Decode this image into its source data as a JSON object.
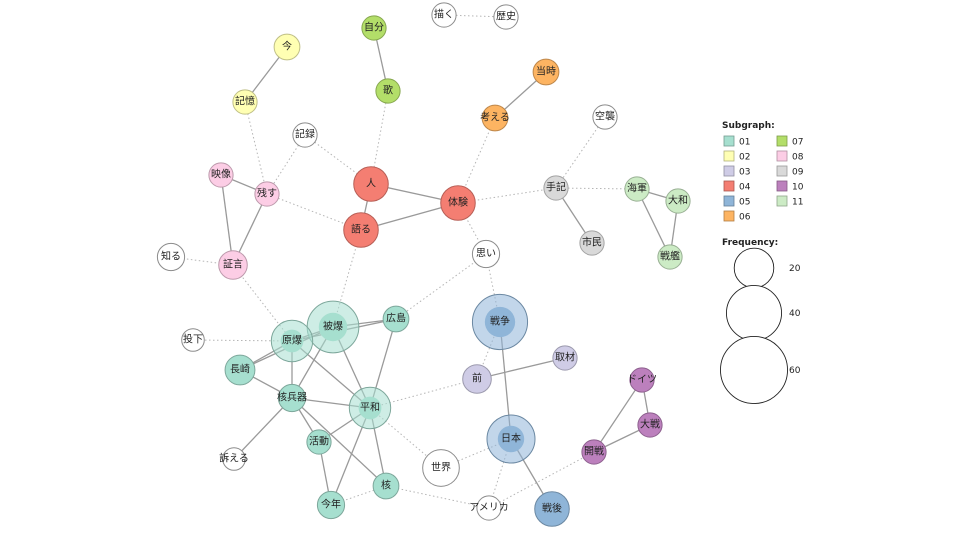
{
  "legend": {
    "subgraph_title": "Subgraph:",
    "frequency_title": "Frequency:",
    "subgraphs": [
      {
        "label": "01",
        "color": "#a6dfcf"
      },
      {
        "label": "02",
        "color": "#ffffb3"
      },
      {
        "label": "03",
        "color": "#cfcce6"
      },
      {
        "label": "04",
        "color": "#f47e72"
      },
      {
        "label": "05",
        "color": "#8fb5d8"
      },
      {
        "label": "06",
        "color": "#fdb462"
      },
      {
        "label": "07",
        "color": "#b3de69"
      },
      {
        "label": "08",
        "color": "#fccde5"
      },
      {
        "label": "09",
        "color": "#d9d9d9"
      },
      {
        "label": "10",
        "color": "#bc80bd"
      },
      {
        "label": "11",
        "color": "#ccebc5"
      }
    ],
    "frequencies": [
      {
        "label": "20",
        "value": 20
      },
      {
        "label": "40",
        "value": 40
      },
      {
        "label": "60",
        "value": 60
      }
    ]
  },
  "nodes": [
    {
      "id": "kaku_kanji",
      "label": "描く",
      "group": null,
      "freq": 7
    },
    {
      "id": "rekishi",
      "label": "歴史",
      "group": null,
      "freq": 7
    },
    {
      "id": "jibun",
      "label": "自分",
      "group": "07",
      "freq": 7
    },
    {
      "id": "ima",
      "label": "今",
      "group": "02",
      "freq": 8
    },
    {
      "id": "uta",
      "label": "歌",
      "group": "07",
      "freq": 7
    },
    {
      "id": "touji",
      "label": "当時",
      "group": "06",
      "freq": 8
    },
    {
      "id": "kangaeru",
      "label": "考える",
      "group": "06",
      "freq": 8
    },
    {
      "id": "kioku",
      "label": "記憶",
      "group": "02",
      "freq": 7
    },
    {
      "id": "kuushuu",
      "label": "空襲",
      "group": null,
      "freq": 7
    },
    {
      "id": "kiroku",
      "label": "記録",
      "group": null,
      "freq": 7
    },
    {
      "id": "eizou",
      "label": "映像",
      "group": "08",
      "freq": 7
    },
    {
      "id": "nokosu",
      "label": "残す",
      "group": "08",
      "freq": 7
    },
    {
      "id": "hito",
      "label": "人",
      "group": "04",
      "freq": 15
    },
    {
      "id": "taiken",
      "label": "体験",
      "group": "04",
      "freq": 15
    },
    {
      "id": "shuki",
      "label": "手記",
      "group": "09",
      "freq": 7
    },
    {
      "id": "kaigun",
      "label": "海軍",
      "group": "11",
      "freq": 7
    },
    {
      "id": "yamato",
      "label": "大和",
      "group": "11",
      "freq": 7
    },
    {
      "id": "kataru",
      "label": "語る",
      "group": "04",
      "freq": 15
    },
    {
      "id": "shimin",
      "label": "市民",
      "group": "09",
      "freq": 7
    },
    {
      "id": "senkan",
      "label": "戦艦",
      "group": "11",
      "freq": 7
    },
    {
      "id": "shiru",
      "label": "知る",
      "group": null,
      "freq": 9
    },
    {
      "id": "shougen",
      "label": "証言",
      "group": "08",
      "freq": 10
    },
    {
      "id": "omoi",
      "label": "思い",
      "group": null,
      "freq": 9
    },
    {
      "id": "hibaku",
      "label": "被爆",
      "group": "01",
      "freq": 35
    },
    {
      "id": "hiroshima",
      "label": "広島",
      "group": "01",
      "freq": 8
    },
    {
      "id": "sensou",
      "label": "戦争",
      "group": "05",
      "freq": 40
    },
    {
      "id": "touka",
      "label": "投下",
      "group": null,
      "freq": 6
    },
    {
      "id": "genbaku",
      "label": "原爆",
      "group": "01",
      "freq": 22
    },
    {
      "id": "shuzai",
      "label": "取材",
      "group": "03",
      "freq": 7
    },
    {
      "id": "mae",
      "label": "前",
      "group": "03",
      "freq": 10
    },
    {
      "id": "nagasaki",
      "label": "長崎",
      "group": "01",
      "freq": 11
    },
    {
      "id": "doitsu",
      "label": "ドイツ",
      "group": "10",
      "freq": 7
    },
    {
      "id": "kakuheiki",
      "label": "核兵器",
      "group": "01",
      "freq": 9
    },
    {
      "id": "heiwa",
      "label": "平和",
      "group": "01",
      "freq": 22
    },
    {
      "id": "taisen",
      "label": "大戦",
      "group": "10",
      "freq": 7
    },
    {
      "id": "nihon",
      "label": "日本",
      "group": "05",
      "freq": 30
    },
    {
      "id": "katsudou",
      "label": "活動",
      "group": "01",
      "freq": 7
    },
    {
      "id": "kaisen",
      "label": "開戦",
      "group": "10",
      "freq": 7
    },
    {
      "id": "uttaeru",
      "label": "訴える",
      "group": null,
      "freq": 6
    },
    {
      "id": "sekai",
      "label": "世界",
      "group": null,
      "freq": 17
    },
    {
      "id": "kaku",
      "label": "核",
      "group": "01",
      "freq": 8
    },
    {
      "id": "kotoshi",
      "label": "今年",
      "group": "01",
      "freq": 9
    },
    {
      "id": "america",
      "label": "アメリカ",
      "group": null,
      "freq": 7
    },
    {
      "id": "sengo",
      "label": "戦後",
      "group": "05",
      "freq": 15
    }
  ],
  "edges": [
    {
      "source": "kaku_kanji",
      "target": "rekishi",
      "style": "dotted"
    },
    {
      "source": "ima",
      "target": "kioku",
      "style": "solid"
    },
    {
      "source": "jibun",
      "target": "uta",
      "style": "solid"
    },
    {
      "source": "touji",
      "target": "kangaeru",
      "style": "solid"
    },
    {
      "source": "uta",
      "target": "hito",
      "style": "dotted"
    },
    {
      "source": "kangaeru",
      "target": "taiken",
      "style": "dotted"
    },
    {
      "source": "kioku",
      "target": "nokosu",
      "style": "dotted"
    },
    {
      "source": "kiroku",
      "target": "nokosu",
      "style": "dotted"
    },
    {
      "source": "kiroku",
      "target": "hito",
      "style": "dotted"
    },
    {
      "source": "kuushuu",
      "target": "shuki",
      "style": "dotted"
    },
    {
      "source": "eizou",
      "target": "nokosu",
      "style": "solid"
    },
    {
      "source": "eizou",
      "target": "shougen",
      "style": "solid"
    },
    {
      "source": "nokosu",
      "target": "shougen",
      "style": "solid"
    },
    {
      "source": "nokosu",
      "target": "kataru",
      "style": "dotted"
    },
    {
      "source": "hito",
      "target": "taiken",
      "style": "solid"
    },
    {
      "source": "hito",
      "target": "kataru",
      "style": "solid"
    },
    {
      "source": "kataru",
      "target": "taiken",
      "style": "solid"
    },
    {
      "source": "taiken",
      "target": "shuki",
      "style": "dotted"
    },
    {
      "source": "taiken",
      "target": "omoi",
      "style": "dotted"
    },
    {
      "source": "shuki",
      "target": "shimin",
      "style": "solid"
    },
    {
      "source": "shuki",
      "target": "kaigun",
      "style": "dotted"
    },
    {
      "source": "kaigun",
      "target": "yamato",
      "style": "solid"
    },
    {
      "source": "kaigun",
      "target": "senkan",
      "style": "solid"
    },
    {
      "source": "yamato",
      "target": "senkan",
      "style": "solid"
    },
    {
      "source": "shiru",
      "target": "shougen",
      "style": "dotted"
    },
    {
      "source": "shougen",
      "target": "genbaku",
      "style": "dotted"
    },
    {
      "source": "kataru",
      "target": "hibaku",
      "style": "dotted"
    },
    {
      "source": "omoi",
      "target": "sensou",
      "style": "dotted"
    },
    {
      "source": "omoi",
      "target": "hiroshima",
      "style": "dotted"
    },
    {
      "source": "hibaku",
      "target": "hiroshima",
      "style": "solid"
    },
    {
      "source": "hibaku",
      "target": "genbaku",
      "style": "solid"
    },
    {
      "source": "hibaku",
      "target": "kakuheiki",
      "style": "solid"
    },
    {
      "source": "hibaku",
      "target": "heiwa",
      "style": "solid"
    },
    {
      "source": "hibaku",
      "target": "nagasaki",
      "style": "solid"
    },
    {
      "source": "hiroshima",
      "target": "heiwa",
      "style": "solid"
    },
    {
      "source": "hiroshima",
      "target": "genbaku",
      "style": "solid"
    },
    {
      "source": "touka",
      "target": "genbaku",
      "style": "dotted"
    },
    {
      "source": "genbaku",
      "target": "nagasaki",
      "style": "solid"
    },
    {
      "source": "genbaku",
      "target": "kakuheiki",
      "style": "solid"
    },
    {
      "source": "genbaku",
      "target": "heiwa",
      "style": "solid"
    },
    {
      "source": "nagasaki",
      "target": "kakuheiki",
      "style": "solid"
    },
    {
      "source": "kakuheiki",
      "target": "heiwa",
      "style": "solid"
    },
    {
      "source": "kakuheiki",
      "target": "katsudou",
      "style": "solid"
    },
    {
      "source": "kakuheiki",
      "target": "uttaeru",
      "style": "solid"
    },
    {
      "source": "kakuheiki",
      "target": "kaku",
      "style": "solid"
    },
    {
      "source": "heiwa",
      "target": "katsudou",
      "style": "solid"
    },
    {
      "source": "heiwa",
      "target": "kaku",
      "style": "solid"
    },
    {
      "source": "heiwa",
      "target": "kotoshi",
      "style": "solid"
    },
    {
      "source": "heiwa",
      "target": "mae",
      "style": "dotted"
    },
    {
      "source": "heiwa",
      "target": "sekai",
      "style": "dotted"
    },
    {
      "source": "katsudou",
      "target": "kotoshi",
      "style": "solid"
    },
    {
      "source": "kotoshi",
      "target": "kaku",
      "style": "dotted"
    },
    {
      "source": "kaku",
      "target": "america",
      "style": "dotted"
    },
    {
      "source": "sensou",
      "target": "mae",
      "style": "dotted"
    },
    {
      "source": "sensou",
      "target": "nihon",
      "style": "solid"
    },
    {
      "source": "mae",
      "target": "shuzai",
      "style": "solid"
    },
    {
      "source": "nihon",
      "target": "sengo",
      "style": "solid"
    },
    {
      "source": "nihon",
      "target": "america",
      "style": "dotted"
    },
    {
      "source": "nihon",
      "target": "sekai",
      "style": "dotted"
    },
    {
      "source": "america",
      "target": "kaisen",
      "style": "dotted"
    },
    {
      "source": "doitsu",
      "target": "taisen",
      "style": "solid"
    },
    {
      "source": "doitsu",
      "target": "kaisen",
      "style": "solid"
    },
    {
      "source": "taisen",
      "target": "kaisen",
      "style": "solid"
    }
  ]
}
